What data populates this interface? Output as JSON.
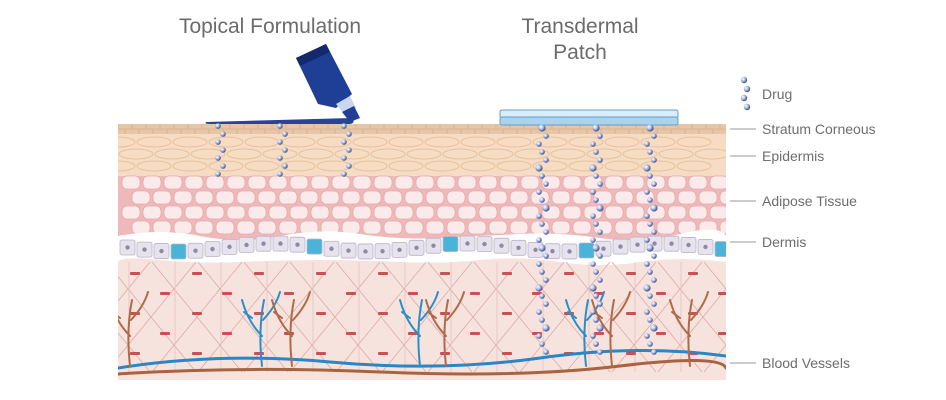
{
  "titles": {
    "topical": "Topical Formulation",
    "patch_line1": "Transdermal",
    "patch_line2": "Patch"
  },
  "legend": {
    "drug": "Drug",
    "layers": {
      "stratum": "Stratum Corneous",
      "epidermis": "Epidermis",
      "adipose": "Adipose Tissue",
      "dermis": "Dermis",
      "blood": "Blood Vessels"
    }
  },
  "colors": {
    "stratum": "#e7c9ad",
    "epidermis": "#f4dcc4",
    "adipose_cell": "#fbeaea",
    "adipose_bg": "#eab1b3",
    "dermis_cell": "#e7e3ee",
    "dermis_accent": "#49b4d8",
    "lower_dermis": "#f6e1dc",
    "fiber": "#d8a8a6",
    "fiber_mark": "#c94b55",
    "vein_blue": "#2a8fc8",
    "vessel_brown": "#b06a4a",
    "tube_blue": "#1e3d8f",
    "patch_blue": "#bfe1f4",
    "drug_bead": "#5d6da8"
  }
}
